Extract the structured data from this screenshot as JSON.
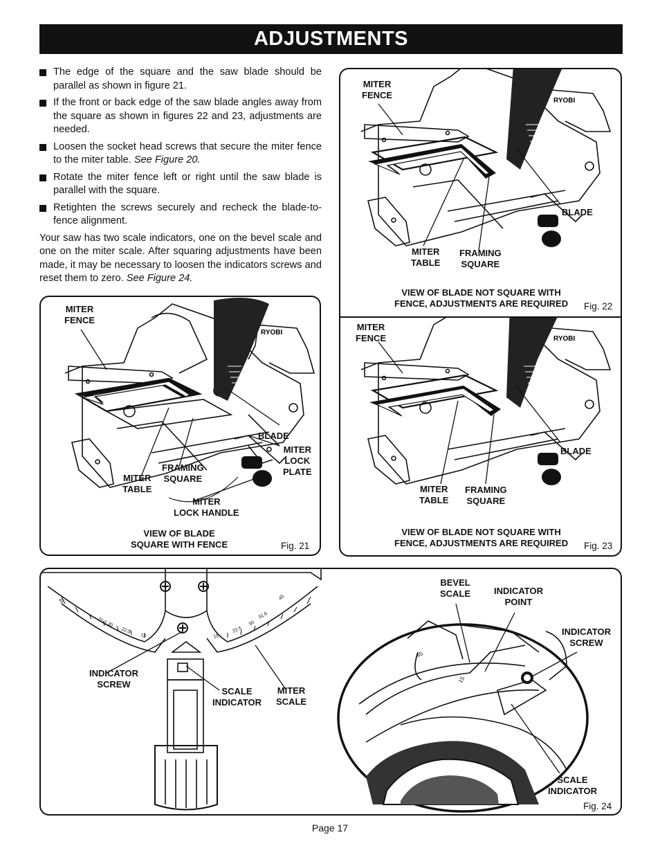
{
  "header": {
    "title": "ADJUSTMENTS"
  },
  "instructions": {
    "bullets": [
      [
        "The edge of the square and the saw blade should be parallel as shown in figure 21.",
        ""
      ],
      [
        "If the front or back edge of the saw blade angles away from the square as shown in figures 22 and 23, adjustments are needed.",
        ""
      ],
      [
        "Loosen the socket head screws that secure the miter fence to the miter table. ",
        "See Figure 20."
      ],
      [
        "Rotate the miter fence left or right until the saw blade is parallel with the square.",
        ""
      ],
      [
        "Retighten the screws securely and recheck the blade-to-fence alignment.",
        ""
      ]
    ],
    "paragraph": "Your saw has two scale indicators, one on the bevel scale and one on the miter scale. After squaring adjustments have been made, it may be necessary to loosen the indicators screws and reset them to zero. ",
    "paragraph_ref": "See Figure 24."
  },
  "fig21": {
    "miter_fence": "MITER\nFENCE",
    "blade": "BLADE",
    "miter_lock_plate": "MITER\nLOCK\nPLATE",
    "framing_square": "FRAMING\nSQUARE",
    "miter_table": "MITER\nTABLE",
    "miter_lock_handle": "MITER\nLOCK HANDLE",
    "caption": "VIEW OF BLADE\nSQUARE WITH FENCE",
    "fig_label": "Fig. 21",
    "brand": "RYOBI"
  },
  "fig22": {
    "miter_fence": "MITER\nFENCE",
    "blade": "BLADE",
    "miter_table": "MITER\nTABLE",
    "framing_square": "FRAMING\nSQUARE",
    "caption": "VIEW OF BLADE NOT SQUARE WITH\nFENCE, ADJUSTMENTS ARE REQUIRED",
    "fig_label": "Fig. 22",
    "brand": "RYOBI"
  },
  "fig23": {
    "miter_fence": "MITER\nFENCE",
    "blade": "BLADE",
    "miter_table": "MITER\nTABLE",
    "framing_square": "FRAMING\nSQUARE",
    "caption": "VIEW OF BLADE NOT SQUARE WITH\nFENCE, ADJUSTMENTS ARE REQUIRED",
    "fig_label": "Fig. 23",
    "brand": "RYOBI"
  },
  "fig24": {
    "indicator_screw_left": "INDICATOR\nSCREW",
    "scale_indicator_left": "SCALE\nINDICATOR",
    "miter_scale": "MITER\nSCALE",
    "bevel_scale": "BEVEL\nSCALE",
    "indicator_point": "INDICATOR\nPOINT",
    "indicator_screw_right": "INDICATOR\nSCREW",
    "scale_indicator_right": "SCALE\nINDICATOR",
    "fig_label": "Fig. 24",
    "scale_marks_left": [
      "45",
      "31.6",
      "30",
      "22.5",
      "15"
    ],
    "scale_marks_right": [
      "15",
      "22.5",
      "30",
      "31.6",
      "45"
    ],
    "bevel_marks": [
      "45",
      "15"
    ]
  },
  "footer": {
    "page": "Page 17"
  }
}
